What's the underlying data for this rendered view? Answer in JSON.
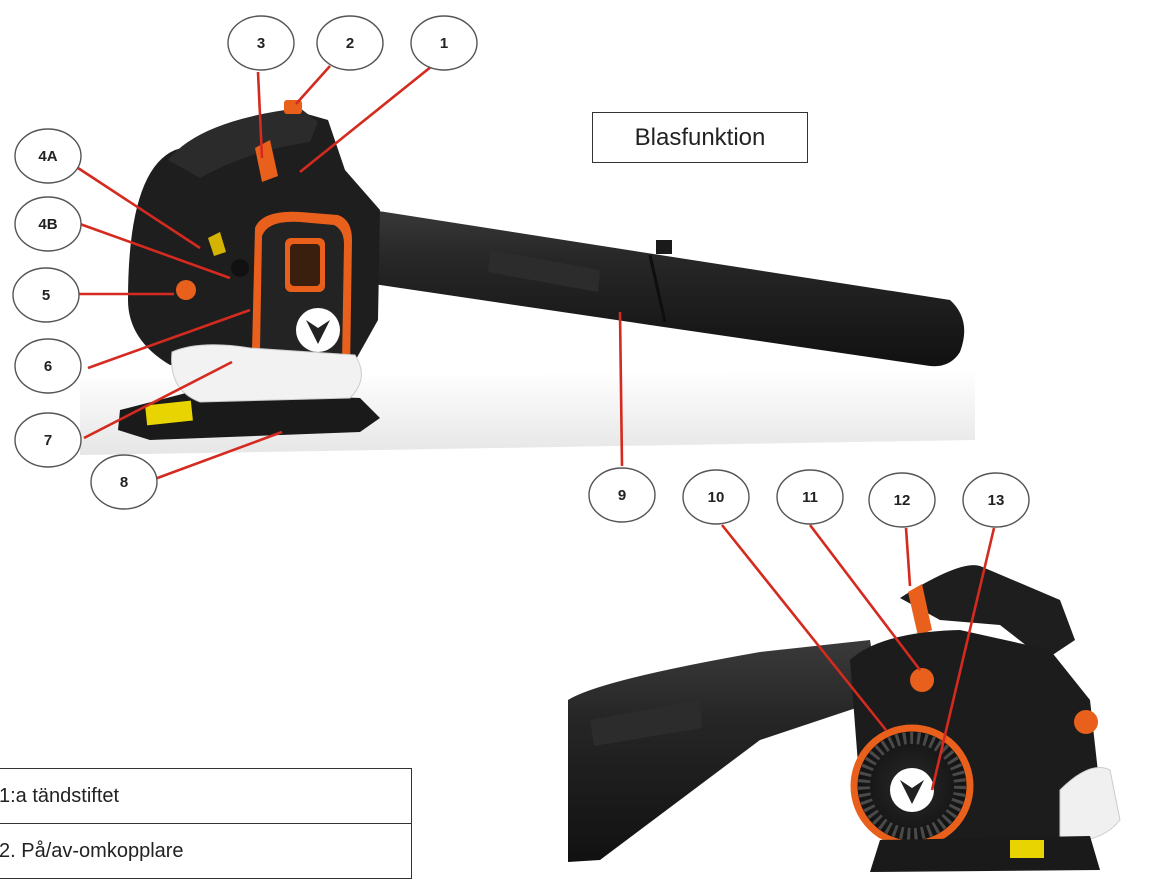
{
  "title": "Blasfunktion",
  "callouts": [
    "1",
    "2",
    "3",
    "4A",
    "4B",
    "5",
    "6",
    "7",
    "8",
    "9",
    "10",
    "11",
    "12",
    "13"
  ],
  "legend": [
    "1:a tändstiftet",
    "2. På/av-omkopplare"
  ],
  "colors": {
    "accent": "#e8601c",
    "body": "#222222",
    "leader": "#d42a1f"
  }
}
